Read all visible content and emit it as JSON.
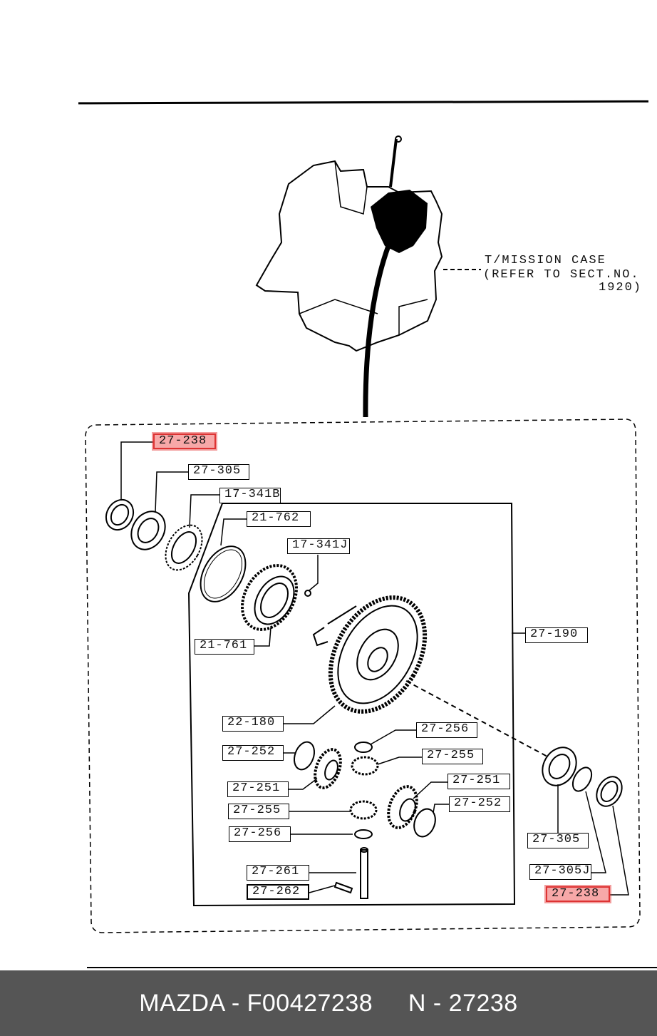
{
  "case_note": {
    "line1": "T/MISSION CASE",
    "line2": "(REFER TO SECT.NO.",
    "line3": "1920)"
  },
  "labels": {
    "l_27_238_top": "27-238",
    "l_27_305_top": "27-305",
    "l_17_341B": "17-341B",
    "l_21_762": "21-762",
    "l_17_341J": "17-341J",
    "l_27_190": "27-190",
    "l_21_761": "21-761",
    "l_22_180": "22-180",
    "l_27_256_r": "27-256",
    "l_27_252_l": "27-252",
    "l_27_255_r": "27-255",
    "l_27_251_l": "27-251",
    "l_27_251_r": "27-251",
    "l_27_255_l": "27-255",
    "l_27_252_r": "27-252",
    "l_27_256_l": "27-256",
    "l_27_305_r": "27-305",
    "l_27_261": "27-261",
    "l_27_305J": "27-305J",
    "l_27_262": "27-262",
    "l_27_238_r": "27-238"
  },
  "footer": {
    "text": "MAZDA - F00427238     N - 27238"
  },
  "colors": {
    "highlight": "#f7a8a8",
    "footer_bg": "#555555",
    "ink": "#000000"
  }
}
